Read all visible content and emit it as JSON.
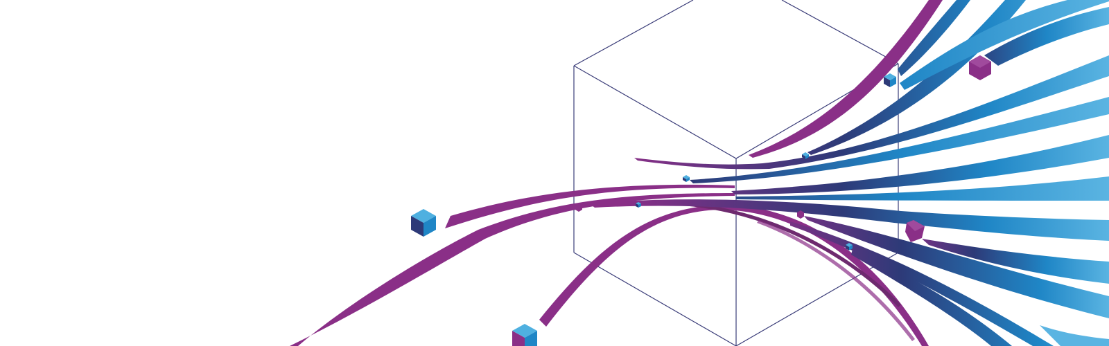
{
  "colors": {
    "background": "#ffffff",
    "outline": "#3a3c78",
    "purple": "#8a2f87",
    "purple_dark": "#6e2a6f",
    "navy": "#2d3a78",
    "blue": "#1f86c6",
    "light_blue": "#4fb0e0"
  },
  "decoration": {
    "wireframe_shape": "cube-outline",
    "ribbon_count": 14,
    "cube_count": 11
  }
}
